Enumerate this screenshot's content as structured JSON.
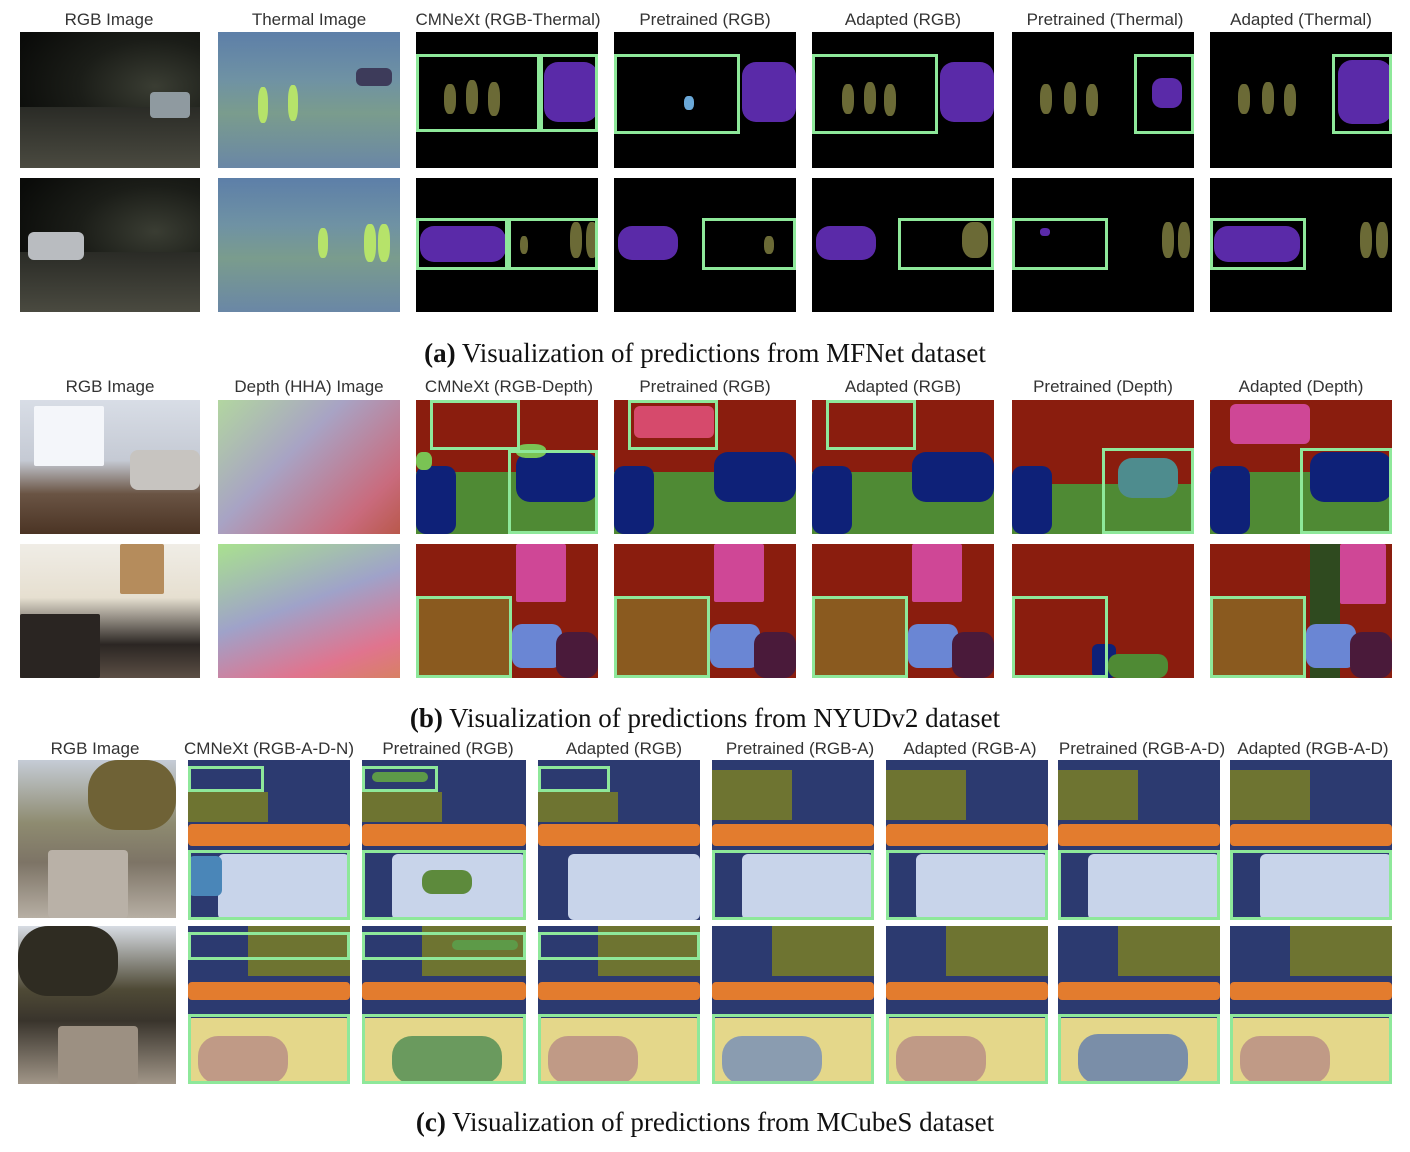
{
  "section_a": {
    "columns": [
      "RGB Image",
      "Thermal Image",
      "CMNeXt (RGB-Thermal)",
      "Pretrained (RGB)",
      "Adapted (RGB)",
      "Pretrained (Thermal)",
      "Adapted (Thermal)"
    ],
    "caption_tag": "(a)",
    "caption_text": "Visualization of predictions from MFNet dataset"
  },
  "section_b": {
    "columns": [
      "RGB Image",
      "Depth (HHA) Image",
      "CMNeXt (RGB-Depth)",
      "Pretrained (RGB)",
      "Adapted (RGB)",
      "Pretrained (Depth)",
      "Adapted (Depth)"
    ],
    "caption_tag": "(b)",
    "caption_text": "Visualization of predictions from NYUDv2 dataset"
  },
  "section_c": {
    "columns": [
      "RGB Image",
      "CMNeXt (RGB-A-D-N)",
      "Pretrained (RGB)",
      "Adapted (RGB)",
      "Pretrained (RGB-A)",
      "Adapted (RGB-A)",
      "Pretrained (RGB-A-D)",
      "Adapted (RGB-A-D)"
    ],
    "caption_tag": "(c)",
    "caption_text": "Visualization of predictions from MCubeS dataset"
  },
  "colors": {
    "highlight_box": "#8ee89a",
    "person": "#6b6a36",
    "car": "#5a2aa8",
    "bike": "#2d6fd6",
    "wall": "#8a1d0e",
    "floor": "#4f8a34",
    "bed": "#0e2178",
    "sky": "#2c3a70",
    "road": "#c8d4ea",
    "grass": "#6e7431",
    "building": "#e37c2e"
  }
}
